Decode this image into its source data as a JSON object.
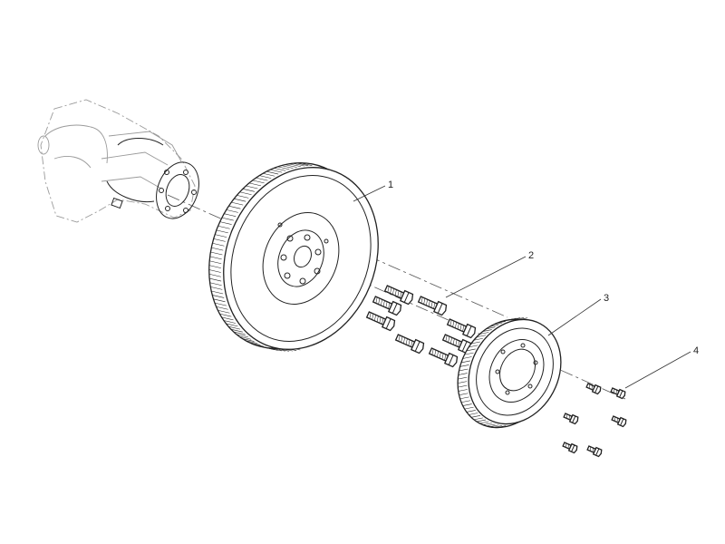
{
  "diagram": {
    "callouts": [
      {
        "id": "1",
        "label": "1"
      },
      {
        "id": "2",
        "label": "2"
      },
      {
        "id": "3",
        "label": "3"
      },
      {
        "id": "4",
        "label": "4"
      }
    ],
    "parts": [
      {
        "callout": "1",
        "icon": "vibration-damper-icon"
      },
      {
        "callout": "2",
        "icon": "hex-bolt-icon",
        "count": 8
      },
      {
        "callout": "3",
        "icon": "grooved-pulley-icon"
      },
      {
        "callout": "4",
        "icon": "hex-bolt-icon",
        "count": 6
      }
    ],
    "reference_part_icon": "crankshaft-nose-icon",
    "colors": {
      "line": "#222222",
      "ghost": "#9a9a9a",
      "background": "#ffffff"
    }
  }
}
